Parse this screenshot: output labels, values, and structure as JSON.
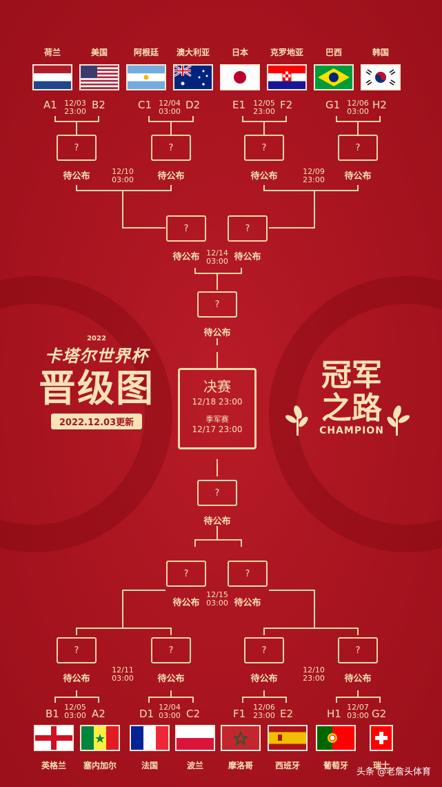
{
  "top_teams": [
    {
      "name": "荷兰",
      "flag": "netherlands"
    },
    {
      "name": "美国",
      "flag": "usa"
    },
    {
      "name": "阿根廷",
      "flag": "argentina"
    },
    {
      "name": "澳大利亚",
      "flag": "australia"
    },
    {
      "name": "日本",
      "flag": "japan"
    },
    {
      "name": "克罗地亚",
      "flag": "croatia"
    },
    {
      "name": "巴西",
      "flag": "brazil"
    },
    {
      "name": "韩国",
      "flag": "korea"
    }
  ],
  "bottom_teams": [
    {
      "name": "英格兰",
      "flag": "england"
    },
    {
      "name": "塞内加尔",
      "flag": "senegal"
    },
    {
      "name": "法国",
      "flag": "france"
    },
    {
      "name": "波兰",
      "flag": "poland"
    },
    {
      "name": "摩洛哥",
      "flag": "morocco"
    },
    {
      "name": "西班牙",
      "flag": "spain"
    },
    {
      "name": "葡萄牙",
      "flag": "portugal"
    },
    {
      "name": "瑞士",
      "flag": "switzerland"
    }
  ],
  "top_r16": [
    {
      "left": "A1",
      "right": "B2",
      "date": "12/03",
      "time": "23:00"
    },
    {
      "left": "C1",
      "right": "D2",
      "date": "12/04",
      "time": "03:00"
    },
    {
      "left": "E1",
      "right": "F2",
      "date": "12/05",
      "time": "23:00"
    },
    {
      "left": "G1",
      "right": "H2",
      "date": "12/06",
      "time": "03:00"
    }
  ],
  "bottom_r16": [
    {
      "left": "B1",
      "right": "A2",
      "date": "12/05",
      "time": "03:00"
    },
    {
      "left": "D1",
      "right": "C2",
      "date": "12/04",
      "time": "03:00"
    },
    {
      "left": "F1",
      "right": "E2",
      "date": "12/06",
      "time": "23:00"
    },
    {
      "left": "H1",
      "right": "G2",
      "date": "12/07",
      "time": "03:00"
    }
  ],
  "qf_top": [
    {
      "date": "12/10",
      "time": "03:00"
    },
    {
      "date": "12/09",
      "time": "23:00"
    }
  ],
  "qf_bottom": [
    {
      "date": "12/11",
      "time": "03:00"
    },
    {
      "date": "12/10",
      "time": "23:00"
    }
  ],
  "sf_top": {
    "date": "12/14",
    "time": "03:00"
  },
  "sf_bottom": {
    "date": "12/15",
    "time": "03:00"
  },
  "qmark": "?",
  "pending": "待公布",
  "final": {
    "title": "决赛",
    "time": "12/18 23:00",
    "third_label": "季军赛",
    "third_time": "12/17 23:00"
  },
  "left_title": {
    "year": "2022",
    "name": "卡塔尔世界杯",
    "title": "晋级图",
    "update": "2022.12.03更新"
  },
  "right_title": {
    "line1": "冠军",
    "line2": "之路",
    "en": "CHAMPION"
  },
  "watermark": "头条 @老詹头体育"
}
